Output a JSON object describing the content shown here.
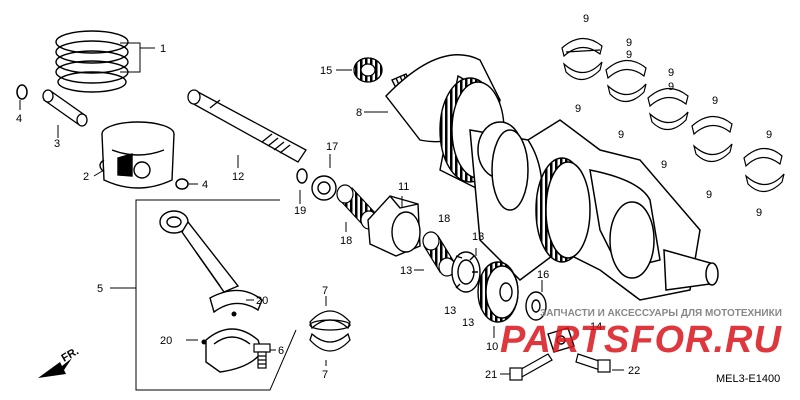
{
  "labels": {
    "n1": "1",
    "n2": "2",
    "n3": "3",
    "n4a": "4",
    "n4b": "4",
    "n5": "5",
    "n6": "6",
    "n7a": "7",
    "n7b": "7",
    "n8": "8",
    "n9a": "9",
    "n9b": "9",
    "n9c": "9",
    "n9d": "9",
    "n9e": "9",
    "n9f": "9",
    "n9g": "9",
    "n9h": "9",
    "n9i": "9",
    "n9j": "9",
    "n9k": "9",
    "n9l": "9",
    "n10": "10",
    "n11": "11",
    "n12": "12",
    "n13a": "13",
    "n13b": "13",
    "n13c": "13",
    "n13d": "13",
    "n14": "14",
    "n15": "15",
    "n16": "16",
    "n17": "17",
    "n18a": "18",
    "n18b": "18",
    "n19": "19",
    "n20a": "20",
    "n20b": "20",
    "n21": "21",
    "n22": "22"
  },
  "direction_label": "FR.",
  "diagram_code": "MEL3-E1400",
  "watermark": {
    "tagline": "ЗАПЧАСТИ И АКСЕССУАРЫ ДЛЯ МОТОТЕХНИКИ",
    "brand": "PARTSFOR.RU"
  }
}
